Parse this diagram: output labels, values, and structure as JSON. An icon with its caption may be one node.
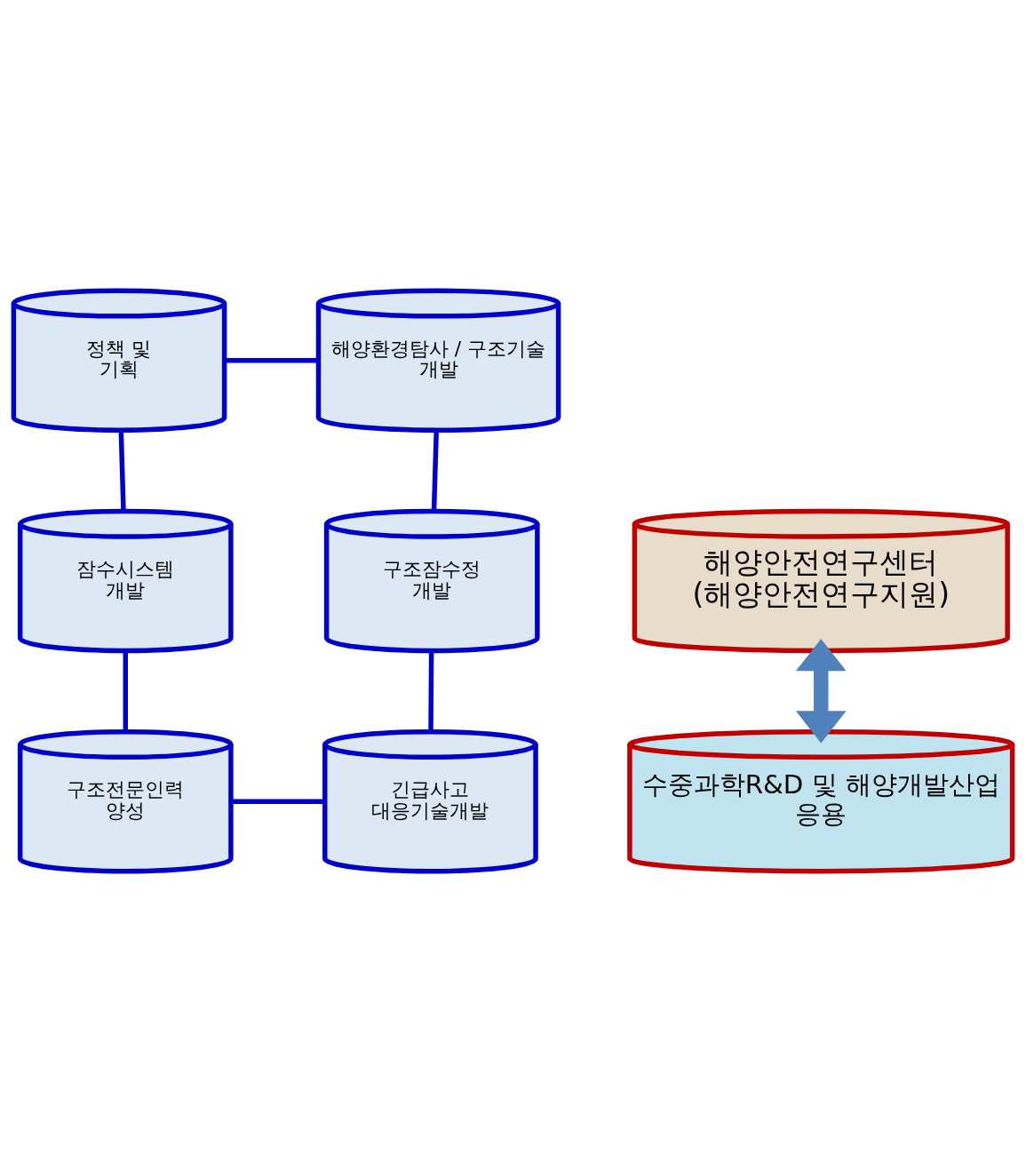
{
  "diagram": {
    "nodes": [
      {
        "text": [
          "정책 및 기획"
        ]
      },
      {
        "text": [
          "해양환경탐사 / 구조기술 개발"
        ]
      },
      {
        "text": [
          "잠수시스템 개발"
        ]
      },
      {
        "text": [
          "해양안전연구센터",
          "(해양안전연구지원)"
        ]
      },
      {
        "text": [
          "구조잠수정 개발"
        ]
      },
      {
        "text": [
          "구조전문인력 양성"
        ]
      },
      {
        "text": [
          "긴급사고 대응기술개발"
        ]
      },
      {
        "text": [
          "수중과학R&D 및 해양개발산업 응용"
        ]
      }
    ],
    "edges": [
      {
        "from": 0,
        "to": 1,
        "arrow": "none"
      },
      {
        "from": 0,
        "to": 2,
        "arrow": "none"
      },
      {
        "from": 1,
        "to": 4,
        "arrow": "none"
      },
      {
        "from": 2,
        "to": 5,
        "arrow": "none"
      },
      {
        "from": 4,
        "to": 6,
        "arrow": "none"
      },
      {
        "from": 5,
        "to": 6,
        "arrow": "none"
      },
      {
        "from": 3,
        "to": 7,
        "arrow": "both",
        "style": "thick",
        "color": "#4f81bd"
      }
    ]
  }
}
